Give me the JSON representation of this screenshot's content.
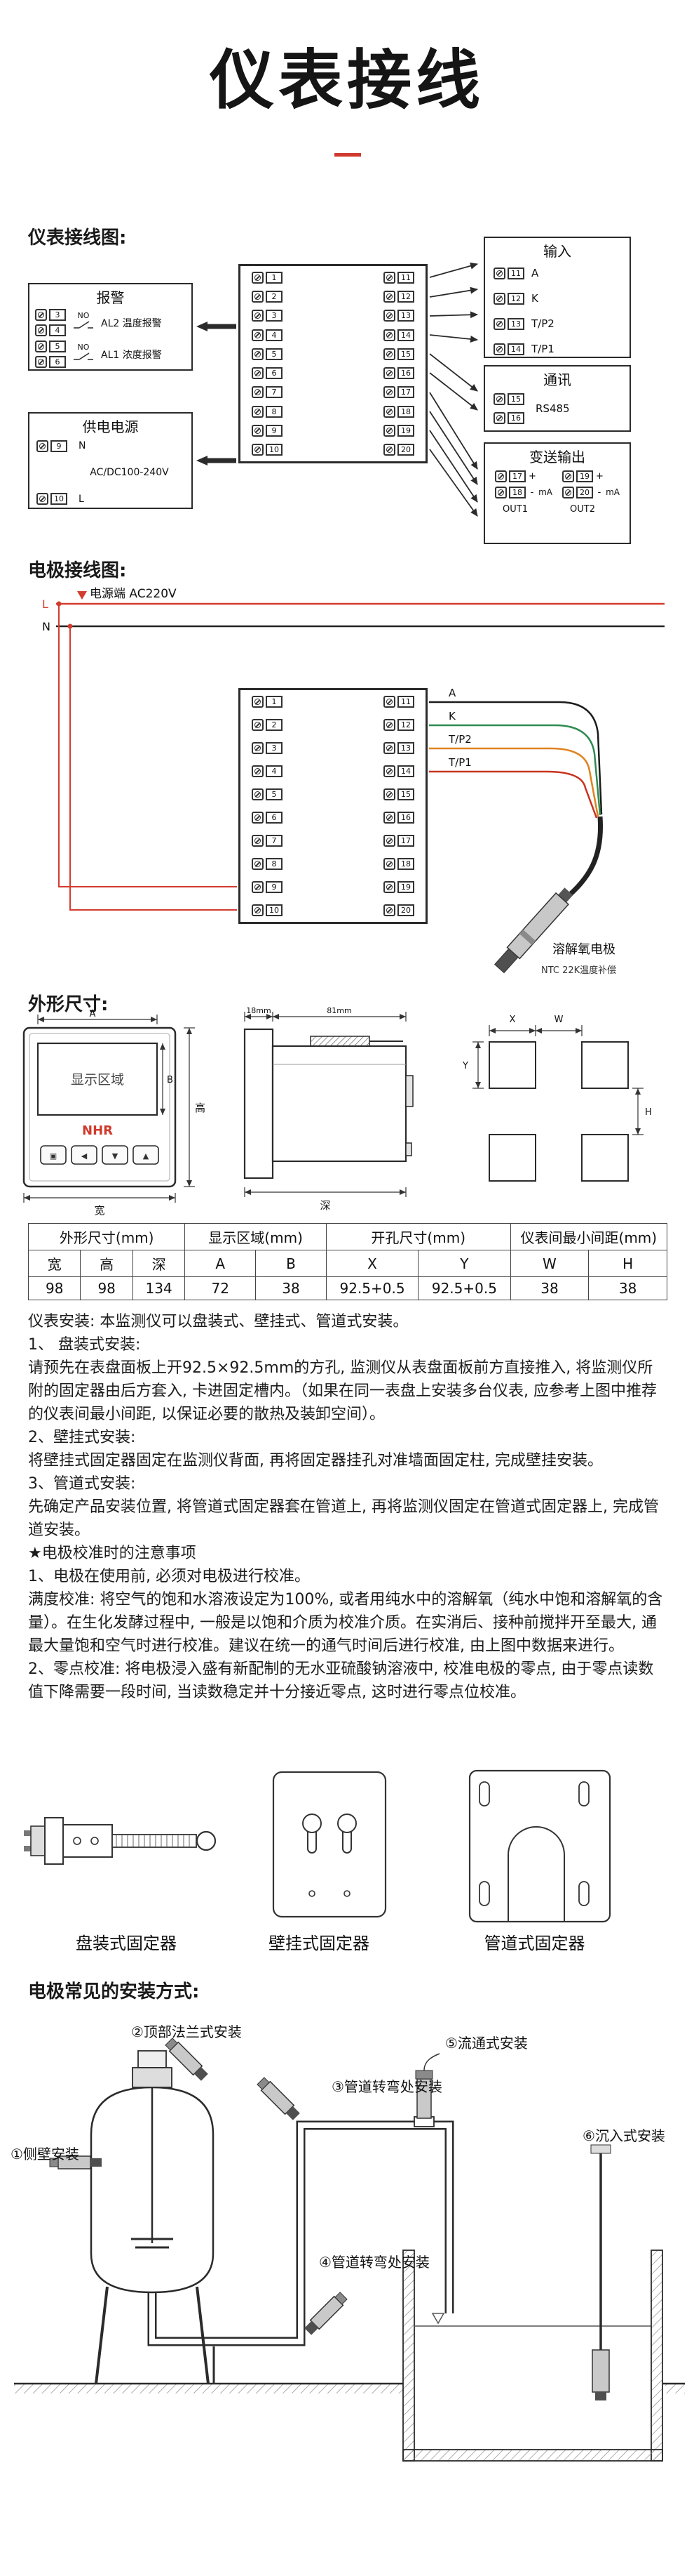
{
  "page": {
    "title": "仪表接线"
  },
  "colors": {
    "accent": "#cf3a2c",
    "live": "#d23c2e",
    "wire_a": "#1c1c1c",
    "wire_k": "#2e8b50",
    "wire_tp2": "#e0821f",
    "wire_tp1": "#c8331f"
  },
  "sections": {
    "wiring_label": "仪表接线图:",
    "electrode_label": "电极接线图:",
    "dimensions_label": "外形尺寸:",
    "mounting_label": "电极常见的安装方式:"
  },
  "wiring": {
    "alarm": {
      "title": "报警",
      "groups": [
        {
          "t_top": "3",
          "t_bot": "4",
          "contact": "NO",
          "label": "AL2 温度报警"
        },
        {
          "t_top": "5",
          "t_bot": "6",
          "contact": "NO",
          "label": "AL1 浓度报警"
        }
      ]
    },
    "power": {
      "title": "供电电源",
      "t_top": "9",
      "t_bot": "10",
      "n": "N",
      "l": "L",
      "rating": "AC/DC100-240V"
    },
    "block_left": [
      "1",
      "2",
      "3",
      "4",
      "5",
      "6",
      "7",
      "8",
      "9",
      "10"
    ],
    "block_right": [
      "11",
      "12",
      "13",
      "14",
      "15",
      "16",
      "17",
      "18",
      "19",
      "20"
    ],
    "input": {
      "title": "输入",
      "rows": [
        {
          "t": "11",
          "label": "A"
        },
        {
          "t": "12",
          "label": "K"
        },
        {
          "t": "13",
          "label": "T/P2"
        },
        {
          "t": "14",
          "label": "T/P1"
        }
      ]
    },
    "comm": {
      "title": "通讯",
      "t_top": "15",
      "t_bot": "16",
      "label": "RS485"
    },
    "output": {
      "title": "变送输出",
      "groups": [
        {
          "t_top": "17",
          "t_bot": "18",
          "plus": "+",
          "minus": "-",
          "unit": "mA",
          "name": "OUT1"
        },
        {
          "t_top": "19",
          "t_bot": "20",
          "plus": "+",
          "minus": "-",
          "unit": "mA",
          "name": "OUT2"
        }
      ]
    }
  },
  "electrode": {
    "power_label": "电源端 AC220V",
    "line_l": "L",
    "line_n": "N",
    "wires": [
      "A",
      "K",
      "T/P2",
      "T/P1"
    ],
    "probe_name": "溶解氧电极",
    "probe_note": "NTC 22K温度补偿"
  },
  "dims": {
    "front": {
      "display": "显示区域",
      "brand": "NHR",
      "dim_a": "A",
      "dim_b": "B",
      "height_label": "高",
      "width_label": "宽",
      "buttons": [
        "▣",
        "◀",
        "▼",
        "▲"
      ]
    },
    "side": {
      "d18": "18mm",
      "d81": "81mm",
      "depth_label": "深"
    },
    "cutout": {
      "x": "X",
      "y": "Y",
      "w": "W",
      "h": "H"
    }
  },
  "table": {
    "groups": [
      "外形尺寸(mm)",
      "显示区域(mm)",
      "开孔尺寸(mm)",
      "仪表间最小间距(mm)"
    ],
    "cols": [
      "宽",
      "高",
      "深",
      "A",
      "B",
      "X",
      "Y",
      "W",
      "H"
    ],
    "vals": [
      "98",
      "98",
      "134",
      "72",
      "38",
      "92.5+0.5",
      "92.5+0.5",
      "38",
      "38"
    ]
  },
  "install": {
    "lines": [
      "仪表安装: 本监测仪可以盘装式、壁挂式、管道式安装。",
      "1、 盘装式安装:",
      "请预先在表盘面板上开92.5×92.5mm的方孔, 监测仪从表盘面板前方直接推入, 将监测仪所附的固定器由后方套入, 卡进固定槽内。（如果在同一表盘上安装多台仪表, 应参考上图中推荐的仪表间最小间距, 以保证必要的散热及装卸空间）。",
      "2、壁挂式安装:",
      "将壁挂式固定器固定在监测仪背面, 再将固定器挂孔对准墙面固定柱, 完成壁挂安装。",
      "3、管道式安装:",
      "先确定产品安装位置, 将管道式固定器套在管道上, 再将监测仪固定在管道式固定器上, 完成管道安装。",
      "★电极校准时的注意事项",
      "1、电极在使用前, 必须对电极进行校准。",
      "满度校准: 将空气的饱和水溶液设定为100%, 或者用纯水中的溶解氧（纯水中饱和溶解氧的含量）。在生化发酵过程中, 一般是以饱和介质为校准介质。在实消后、接种前搅拌开至最大, 通最大量饱和空气时进行校准。建议在统一的通气时间后进行校准, 由上图中数据来进行。",
      "2、零点校准: 将电极浸入盛有新配制的无水亚硫酸钠溶液中, 校准电极的零点, 由于零点读数值下降需要一段时间, 当读数稳定并十分接近零点, 这时进行零点位校准。"
    ]
  },
  "fixtures": {
    "labels": [
      "盘装式固定器",
      "壁挂式固定器",
      "管道式固定器"
    ]
  },
  "mounting": {
    "labels": [
      "①侧壁安装",
      "②顶部法兰式安装",
      "③管道转弯处安装",
      "④管道转弯处安装",
      "⑤流通式安装",
      "⑥沉入式安装"
    ]
  }
}
